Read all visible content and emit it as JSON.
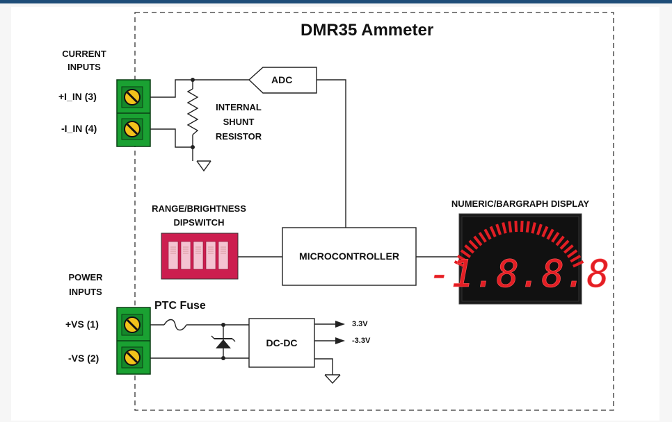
{
  "title": "DMR35 Ammeter",
  "current_inputs": {
    "heading_line1": "CURRENT",
    "heading_line2": "INPUTS",
    "pos": "+I_IN (3)",
    "neg": "-I_IN (4)"
  },
  "shunt": {
    "line1": "INTERNAL",
    "line2": "SHUNT",
    "line3": "RESISTOR"
  },
  "adc": "ADC",
  "dipswitch": {
    "line1": "RANGE/BRIGHTNESS",
    "line2": "DIPSWITCH"
  },
  "microcontroller": "MICROCONTROLLER",
  "display": {
    "label": "NUMERIC/BARGRAPH DISPLAY",
    "digits": "-1.8.8.8"
  },
  "power_inputs": {
    "heading_line1": "POWER",
    "heading_line2": "INPUTS",
    "pos": "+VS (1)",
    "neg": "-VS (2)"
  },
  "ptc_fuse": "PTC Fuse",
  "dcdc": "DC-DC",
  "outputs": {
    "pos": "3.3V",
    "neg": "-3.3V"
  },
  "colors": {
    "terminal_green": "#1aa132",
    "screw_yellow": "#f2c21b",
    "dipswitch_red": "#cc1e4f",
    "display_red": "#e31e24",
    "display_bg": "#1a1a1a",
    "top_bar": "#1e4d78"
  }
}
